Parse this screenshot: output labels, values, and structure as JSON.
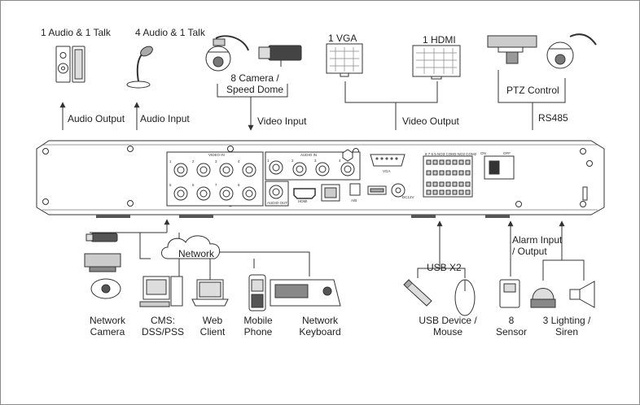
{
  "labels": {
    "audio_talk_1": "1 Audio  & 1 Talk",
    "audio_talk_4": "4 Audio & 1 Talk",
    "camera_line1": "8 Camera /",
    "camera_line2": "Speed Dome",
    "vga": "1 VGA",
    "hdmi": "1 HDMI",
    "ptz_control": "PTZ Control",
    "audio_output": "Audio  Output",
    "audio_input": "Audio  Input",
    "video_input": "Video Input",
    "video_output": "Video Output",
    "rs485": "RS485",
    "network": "Network",
    "usb_x2": "USB X2",
    "alarm_line1": "Alarm Input",
    "alarm_line2": "/ Output",
    "network_camera_line1": "Network",
    "network_camera_line2": "Camera",
    "cms_line1": "CMS:",
    "cms_line2": "DSS/PSS",
    "web_client_line1": "Web",
    "web_client_line2": "Client",
    "mobile_phone_line1": "Mobile",
    "mobile_phone_line2": "Phone",
    "network_keyboard_line1": "Network",
    "network_keyboard_line2": "Keyboard",
    "usb_device_line1": "USB Device /",
    "usb_device_line2": "Mouse",
    "sensor_line1": "8",
    "sensor_line2": "Sensor",
    "lighting_line1": "3 Lighting /",
    "lighting_line2": "Siren"
  },
  "panel": {
    "video_in": "VIDEO IN",
    "audio_in": "AUDIO IN",
    "audio_out": "AUDIO OUT",
    "hdmi": "HDMI",
    "vga": "VGA",
    "ab": "A/B",
    "dc": "DC12V",
    "on": "ON",
    "off": "OFF",
    "bnc_numbers": [
      "1",
      "2",
      "3",
      "4",
      "5",
      "6",
      "7",
      "8"
    ],
    "audio_in_numbers": [
      "1",
      "2",
      "3",
      "4"
    ],
    "alarm_header": "8 7 6 5  NO3 COM3 NO2 COM2"
  },
  "colors": {
    "line": "#333333",
    "device_fill": "#ffffff",
    "frame": "#8a8a8a"
  }
}
